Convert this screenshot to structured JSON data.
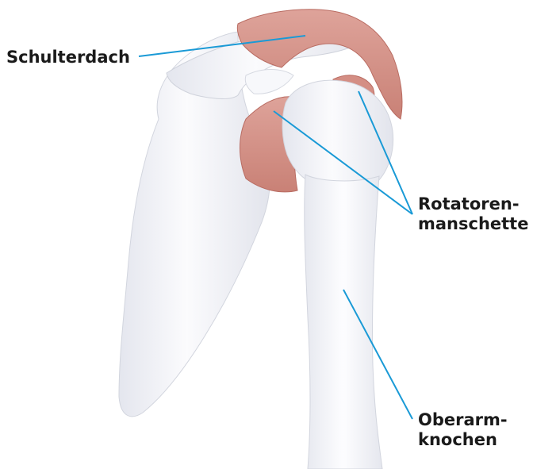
{
  "labels": {
    "roof": "Schulterdach",
    "cuff_line1": "Rotatoren-",
    "cuff_line2": "manschette",
    "humerus_line1": "Oberarm-",
    "humerus_line2": "knochen"
  },
  "colors": {
    "leader": "#1a9ad6",
    "muscle": "#d9928a",
    "bone": "#f4f5f8"
  }
}
